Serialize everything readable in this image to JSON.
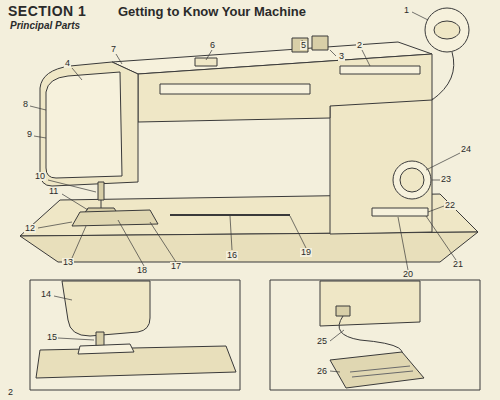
{
  "diagram": {
    "labels": [
      "SECTION 1",
      "Getting to Know Your Machine",
      "Principal Parts",
      "1",
      "2",
      "3",
      "4",
      "5",
      "6",
      "7",
      "8",
      "9",
      "10",
      "11",
      "12",
      "13",
      "14",
      "15",
      "16",
      "17",
      "18",
      "19",
      "20",
      "21",
      "22",
      "23",
      "24",
      "25",
      "26",
      "2"
    ]
  }
}
